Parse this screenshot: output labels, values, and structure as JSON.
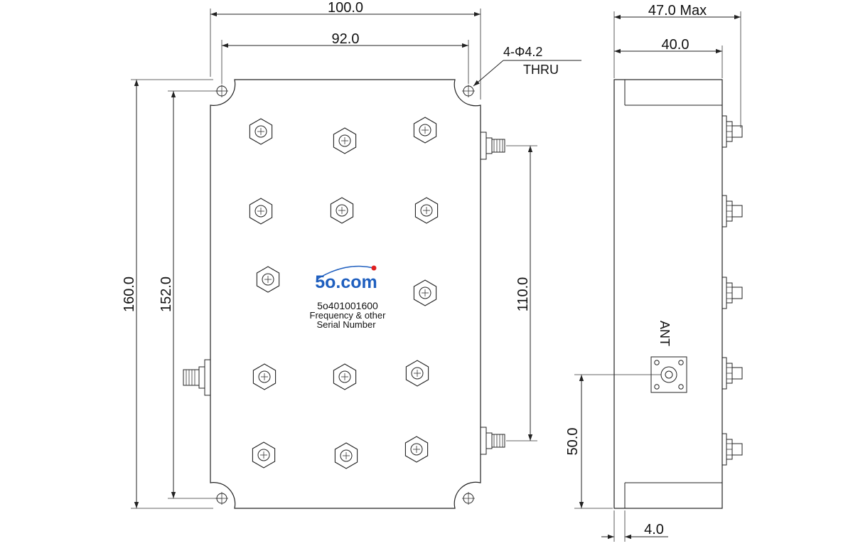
{
  "dimensions": {
    "width_overall": "100.0",
    "hole_spacing_x": "92.0",
    "height_overall": "160.0",
    "hole_spacing_y": "152.0",
    "port_spacing": "110.0",
    "depth_max": "47.0 Max",
    "depth_body": "40.0",
    "ant_offset": "50.0",
    "flange": "4.0"
  },
  "holes_note": {
    "spec": "4-Φ4.2",
    "type": "THRU"
  },
  "label": {
    "logo_text": "5o.com",
    "part_number": "5o401001600",
    "line1": "Frequency & other",
    "line2": "Serial Number"
  },
  "side_view": {
    "ant_label": "ANT"
  },
  "colors": {
    "logo": "#1f5fbf",
    "logo_dot": "#e02020",
    "line": "#222222"
  }
}
